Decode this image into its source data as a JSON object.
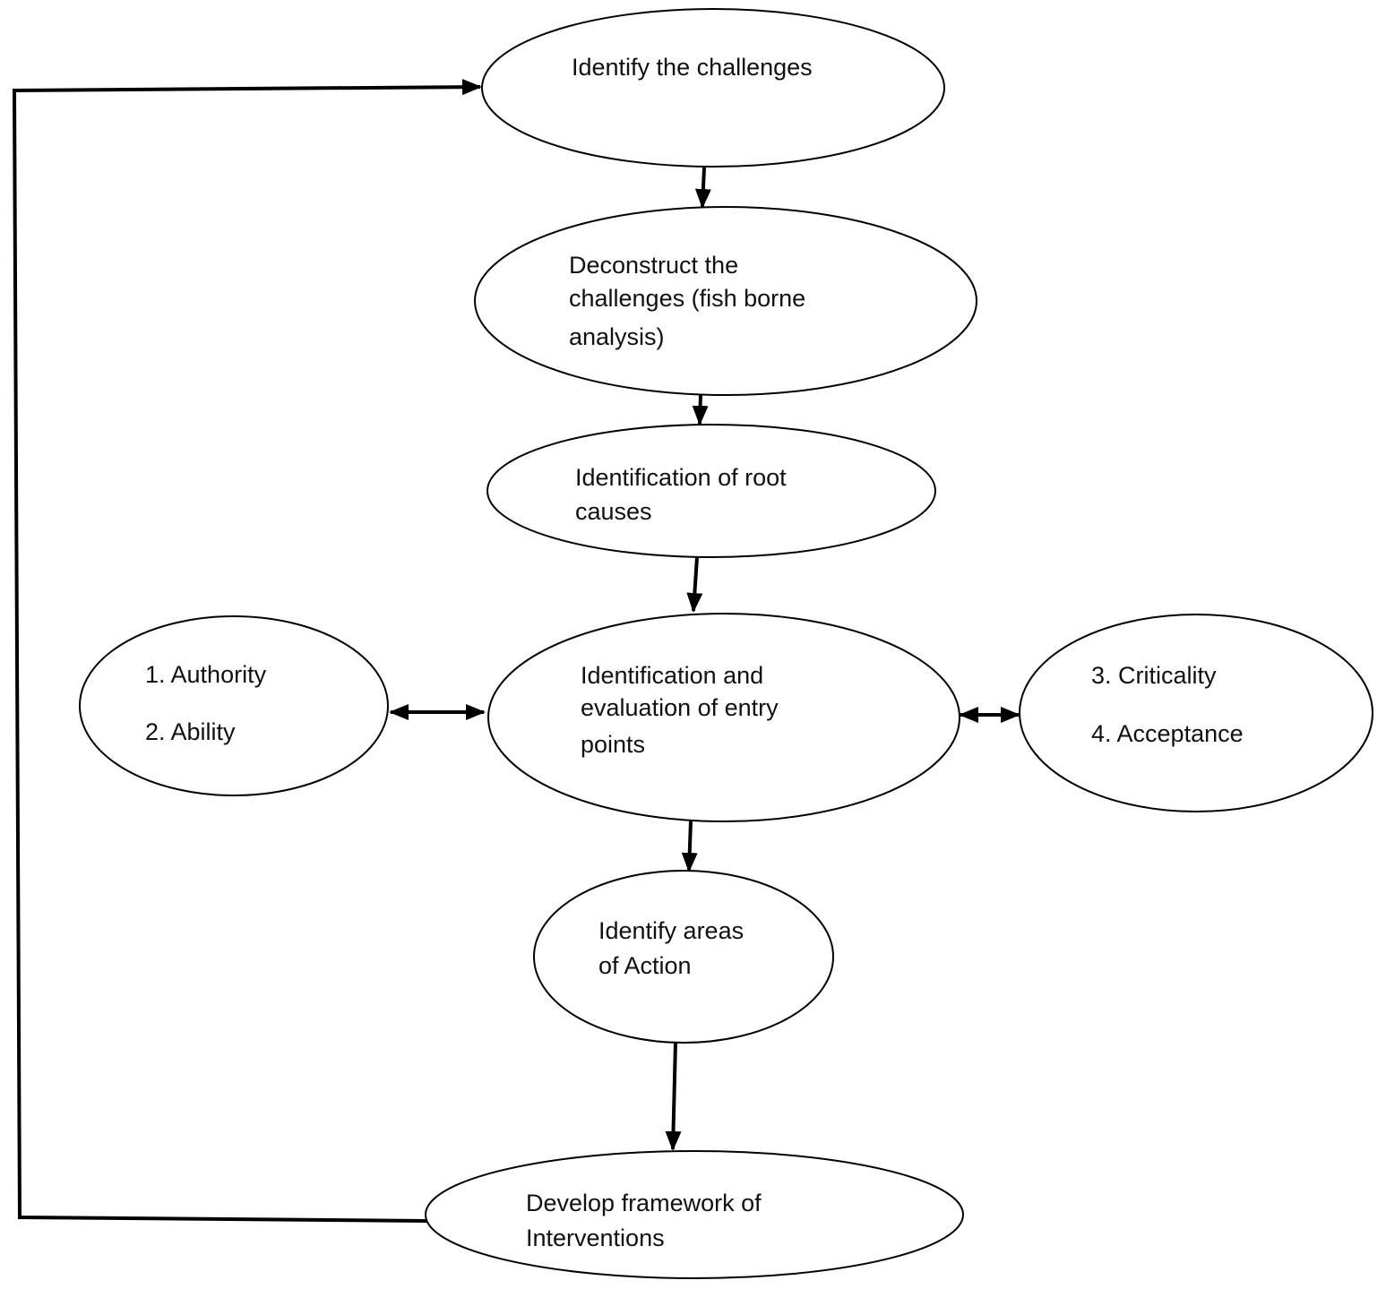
{
  "nodes": {
    "identify_challenges": {
      "lines": [
        "Identify the challenges"
      ]
    },
    "deconstruct": {
      "lines": [
        "Deconstruct the",
        "challenges (fish borne",
        "analysis)"
      ]
    },
    "root_causes": {
      "lines": [
        "Identification of root",
        "causes"
      ]
    },
    "entry_points": {
      "lines": [
        "Identification  and",
        "evaluation of entry",
        "points"
      ]
    },
    "left_criteria": {
      "lines": [
        "1. Authority",
        "2.  Ability"
      ]
    },
    "right_criteria": {
      "lines": [
        "3. Criticality",
        "4. Acceptance"
      ]
    },
    "areas_of_action": {
      "lines": [
        "Identify areas",
        "of Action"
      ]
    },
    "framework": {
      "lines": [
        "Develop framework of",
        "Interventions"
      ]
    }
  },
  "edges": [
    {
      "from": "identify_challenges",
      "to": "deconstruct",
      "type": "arrow"
    },
    {
      "from": "deconstruct",
      "to": "root_causes",
      "type": "arrow"
    },
    {
      "from": "root_causes",
      "to": "entry_points",
      "type": "arrow"
    },
    {
      "from": "entry_points",
      "to": "left_criteria",
      "type": "double-arrow"
    },
    {
      "from": "entry_points",
      "to": "right_criteria",
      "type": "double-arrow"
    },
    {
      "from": "entry_points",
      "to": "areas_of_action",
      "type": "arrow"
    },
    {
      "from": "areas_of_action",
      "to": "framework",
      "type": "arrow"
    },
    {
      "from": "framework",
      "to": "identify_challenges",
      "type": "feedback-arrow"
    }
  ],
  "colors": {
    "stroke": "#000000",
    "fill": "#ffffff",
    "text": "#111111"
  }
}
